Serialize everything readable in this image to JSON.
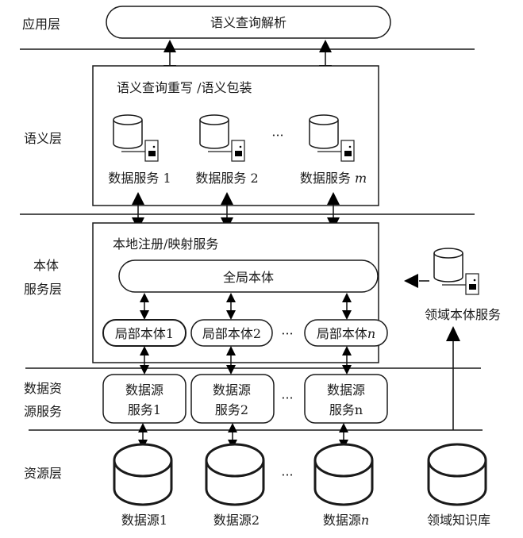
{
  "layers": {
    "application": "应用层",
    "semantic": "语义层",
    "ontology_service_line1": "本体",
    "ontology_service_line2": "服务层",
    "data_resource_service_line1": "数据资",
    "data_resource_service_line2": "源服务",
    "resource": "资源层"
  },
  "application_layer": {
    "semantic_query_parsing": "语义查询解析"
  },
  "semantic_layer": {
    "title": "语义查询重写 /语义包装",
    "data_services": [
      {
        "label": "数据服务 1",
        "prefix": "数据服务 ",
        "suffix": "1",
        "italic": false
      },
      {
        "label": "数据服务 2",
        "prefix": "数据服务 ",
        "suffix": "2",
        "italic": false
      },
      {
        "label": "数据服务 m",
        "prefix": "数据服务 ",
        "suffix": "m",
        "italic": true
      }
    ],
    "ellipsis": "···"
  },
  "ontology_layer": {
    "title": "本地注册/映射服务",
    "global_ontology": "全局本体",
    "local_ontologies": [
      {
        "prefix": "局部本体",
        "suffix": "1",
        "italic": false
      },
      {
        "prefix": "局部本体",
        "suffix": "2",
        "italic": false
      },
      {
        "prefix": "局部本体",
        "suffix": "n",
        "italic": true
      }
    ],
    "ellipsis": "···",
    "domain_ontology_service": "领域本体服务"
  },
  "data_source_service_layer": {
    "services": [
      {
        "line1": "数据源",
        "line2": "服务1"
      },
      {
        "line1": "数据源",
        "line2": "服务2"
      },
      {
        "line1": "数据源",
        "line2": "服务n"
      }
    ],
    "ellipsis": "···"
  },
  "resource_layer": {
    "sources": [
      {
        "prefix": "数据源",
        "suffix": "1",
        "italic": false
      },
      {
        "prefix": "数据源",
        "suffix": "2",
        "italic": false
      },
      {
        "prefix": "数据源",
        "suffix": "n",
        "italic": true
      }
    ],
    "ellipsis": "···",
    "domain_knowledge_base": "领域知识库"
  }
}
